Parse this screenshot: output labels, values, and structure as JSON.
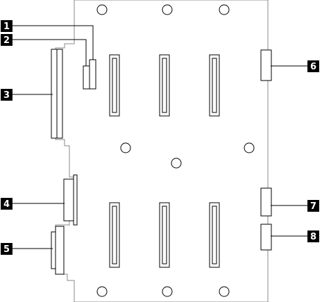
{
  "callouts": [
    {
      "label": "1"
    },
    {
      "label": "2"
    },
    {
      "label": "3"
    },
    {
      "label": "4"
    },
    {
      "label": "5"
    },
    {
      "label": "6"
    },
    {
      "label": "7"
    },
    {
      "label": "8"
    }
  ]
}
